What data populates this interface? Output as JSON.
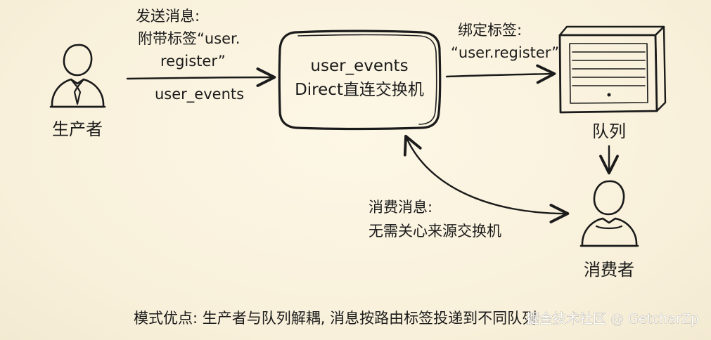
{
  "producer": {
    "label": "生产者"
  },
  "send_note": {
    "line1": "发送消息:",
    "line2": "附带标签“user.",
    "line3": "register”"
  },
  "exchange_name_under_arrow": "user_events",
  "exchange": {
    "line1": "user_events",
    "line2": "Direct直连交换机"
  },
  "bind_note": {
    "line1": "绑定标签:",
    "line2": "“user.register”"
  },
  "queue": {
    "label": "队列"
  },
  "consume_note": {
    "line1": "消费消息:",
    "line2": "无需关心来源交换机"
  },
  "consumer": {
    "label": "消费者"
  },
  "footer": {
    "text": "模式优点: 生产者与队列解耦, 消息按路由标签投递到不同队列",
    "watermark": "掘金技术社区 @ GetcharZp"
  }
}
